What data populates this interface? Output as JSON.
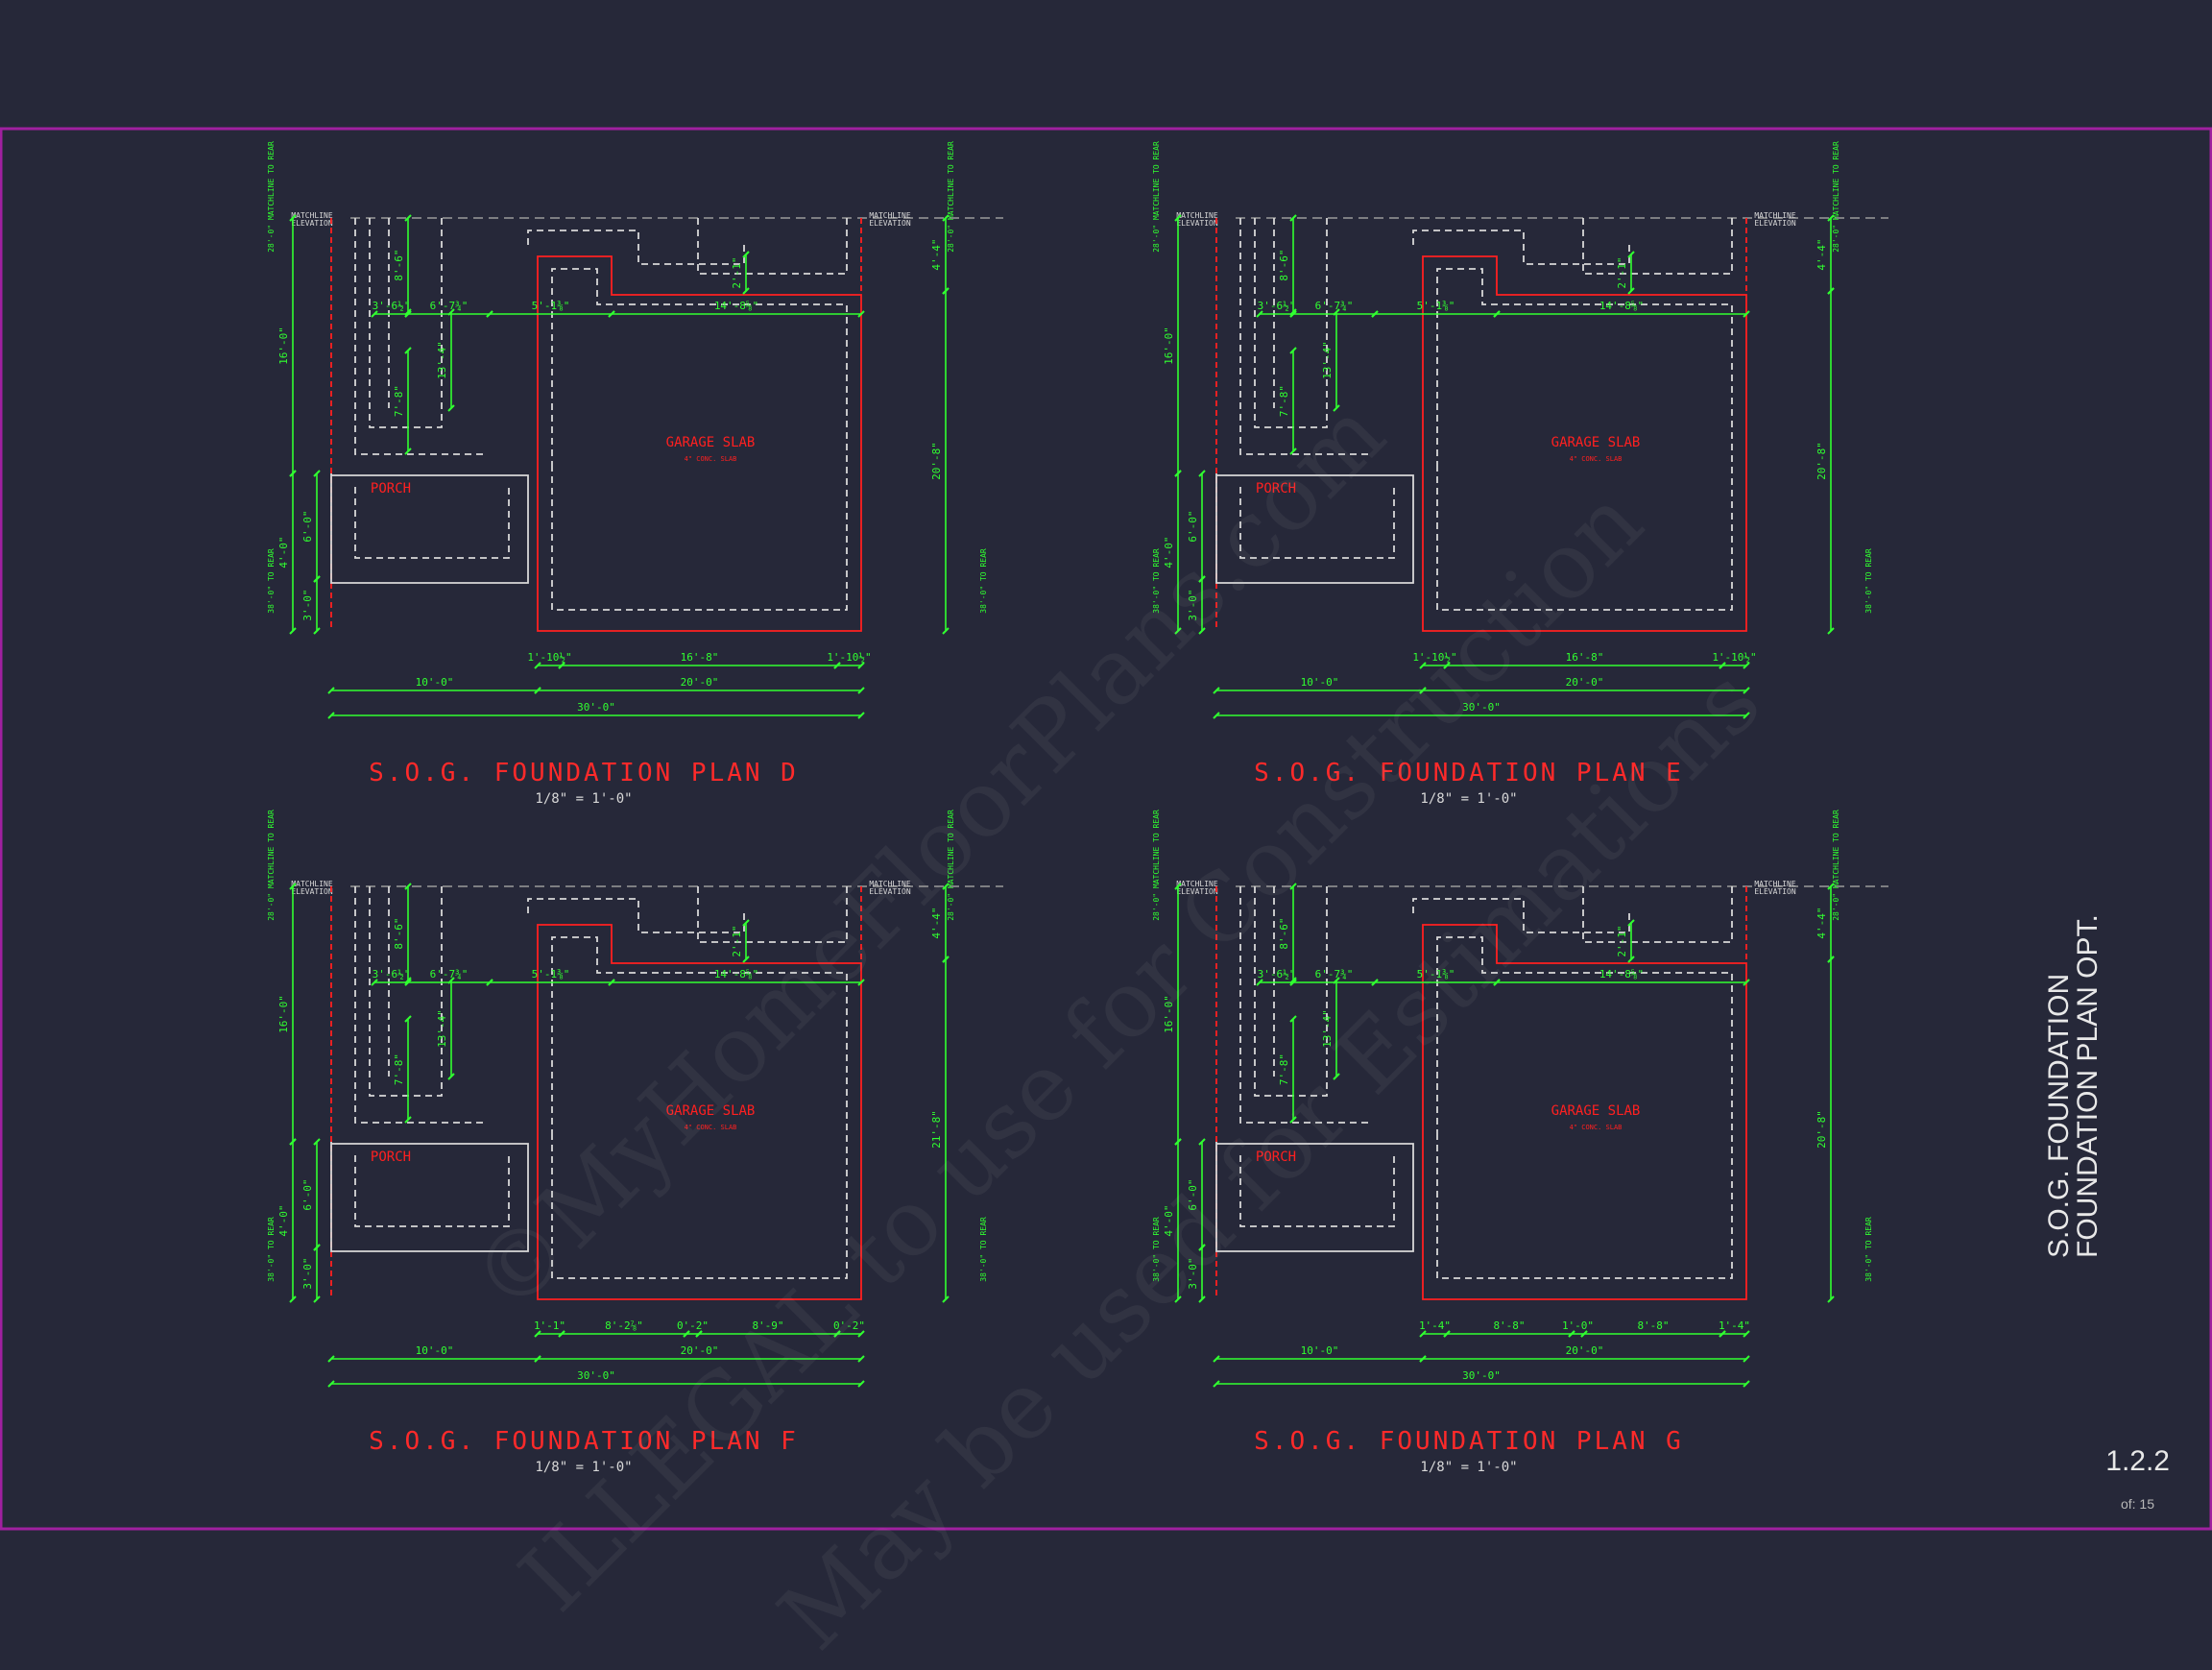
{
  "sheet": {
    "title_lines": [
      "S.O.G. FOUNDATION",
      "FOUNDATION PLAN OPT."
    ],
    "number": "1.2.2",
    "of": "of: 15",
    "watermark_lines": [
      "©MyHomeFloorPlans.com",
      "ILLEGAL to use for Construction",
      "May be used for Estimations"
    ]
  },
  "colors": {
    "background": "#262839",
    "border": "#a020a0",
    "dimension": "#30ff30",
    "slab": "#ff2020",
    "line": "#d8d8d8"
  },
  "common": {
    "garage_slab": "GARAGE SLAB",
    "slab_note": "4\" CONC. SLAB",
    "porch": "PORCH",
    "matchline": "MATCHLINE",
    "elevation": "ELEVATION",
    "matchline_note": "28'-0\" MATCHLINE TO REAR",
    "rear_note": "38'-0\" TO REAR",
    "dims": {
      "h_16_0": "16'-0\"",
      "h_4_0": "4'-0\"",
      "h_6_0": "6'-0\"",
      "h_3_0": "3'-0\"",
      "h_8_6": "8'-6\"",
      "h_13_4": "13'-4\"",
      "h_7_8": "7'-8\"",
      "h_2_1": "2'-1\"",
      "h_4_4": "4'-4\"",
      "w_3_6": "3'-6½\"",
      "w_6_7": "6'-7¾\"",
      "w_5_1": "5'-1⅜\"",
      "w_14_8": "14'-8⅝\"",
      "w_10_0": "10'-0\"",
      "w_20_0": "20'-0\"",
      "w_30_0": "30'-0\""
    }
  },
  "plans": [
    {
      "label": "S.O.G. FOUNDATION PLAN D",
      "scale": "1/8\" = 1'-0\"",
      "right_h": "20'-8\"",
      "bottom": [
        "1'-10½\"",
        "16'-8\"",
        "1'-10½\""
      ]
    },
    {
      "label": "S.O.G. FOUNDATION PLAN E",
      "scale": "1/8\" = 1'-0\"",
      "right_h": "20'-8\"",
      "bottom": [
        "1'-10½\"",
        "16'-8\"",
        "1'-10½\""
      ]
    },
    {
      "label": "S.O.G. FOUNDATION PLAN F",
      "scale": "1/8\" = 1'-0\"",
      "right_h": "21'-8\"",
      "bottom": [
        "1'-1\"",
        "8'-2⅞\"",
        "0'-2\"",
        "8'-9\"",
        "0'-2\""
      ]
    },
    {
      "label": "S.O.G. FOUNDATION PLAN G",
      "scale": "1/8\" = 1'-0\"",
      "right_h": "20'-8\"",
      "bottom": [
        "1'-4\"",
        "8'-8\"",
        "1'-0\"",
        "8'-8\"",
        "1'-4\""
      ]
    }
  ]
}
